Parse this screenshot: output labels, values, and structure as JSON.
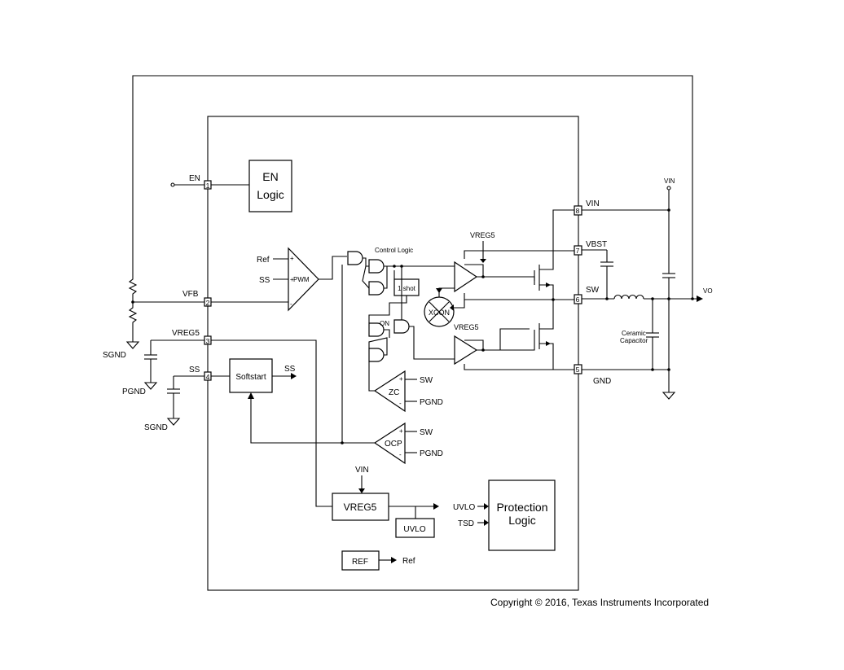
{
  "pins": {
    "en": {
      "name": "EN",
      "num": "1"
    },
    "vfb": {
      "name": "VFB",
      "num": "2"
    },
    "vreg5": {
      "name": "VREG5",
      "num": "3"
    },
    "ss": {
      "name": "SS",
      "num": "4"
    },
    "gnd": {
      "name": "GND",
      "num": "5"
    },
    "sw": {
      "name": "SW",
      "num": "6"
    },
    "vbst": {
      "name": "VBST",
      "num": "7"
    },
    "vin": {
      "name": "VIN",
      "num": "8"
    }
  },
  "blocks": {
    "en_logic_line1": "EN",
    "en_logic_line2": "Logic",
    "pwm": "PWM",
    "control_logic": "Control Logic",
    "one_shot": "1 shot",
    "xcon": "XCON",
    "on": "ON",
    "zc": "ZC",
    "ocp": "OCP",
    "softstart": "Softstart",
    "vreg5": "VREG5",
    "uvlo": "UVLO",
    "protection_line1": "Protection",
    "protection_line2": "Logic",
    "ref": "REF"
  },
  "signals": {
    "ref": "Ref",
    "ss": "SS",
    "sw": "SW",
    "pgnd": "PGND",
    "vin": "VIN",
    "uvlo": "UVLO",
    "tsd": "TSD",
    "vreg5": "VREG5",
    "vin_ext": "VIN",
    "vout": "VO"
  },
  "ground_labels": {
    "sgnd1": "SGND",
    "pgnd": "PGND",
    "sgnd2": "SGND"
  },
  "components": {
    "cap_line1": "Ceramic",
    "cap_line2": "Capacitor"
  },
  "copyright": "Copyright © 2016, Texas Instruments Incorporated"
}
